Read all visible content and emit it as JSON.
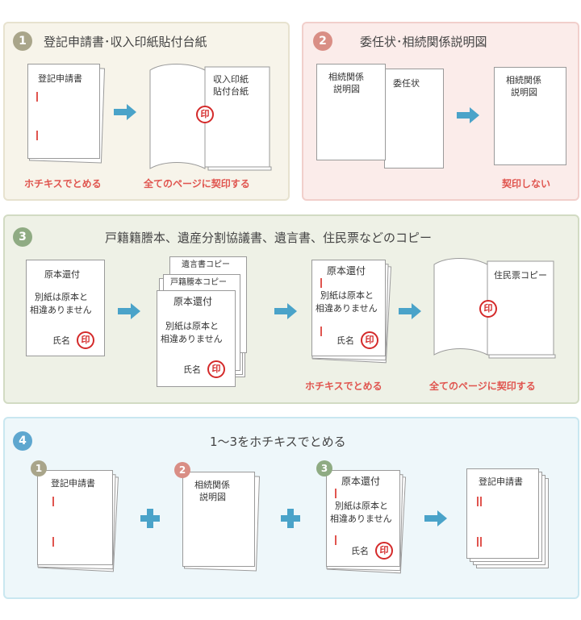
{
  "colors": {
    "accent_arrow": "#4aa3c9",
    "stamp_red": "#d42a2a",
    "label_red": "#e0554f"
  },
  "step1": {
    "number": "1",
    "title": "登記申請書･収入印紙貼付台紙",
    "doc_application": "登記申請書",
    "doc_stamp_mount": [
      "収入印紙",
      "貼付台紙"
    ],
    "seal": "印",
    "label_staple": "ホチキスでとめる",
    "label_seal_all": "全てのページに契印する"
  },
  "step2": {
    "number": "2",
    "title": "委任状･相続関係説明図",
    "doc_relation": [
      "相続関係",
      "説明図"
    ],
    "doc_poa": "委任状",
    "doc_relation_result": [
      "相続関係",
      "説明図"
    ],
    "label_no_seal": "契印しない"
  },
  "step3": {
    "number": "3",
    "title": "戸籍籍謄本、遺産分割協議書、遺言書、住民票などのコピー",
    "doc_original": "原本還付",
    "doc_note": [
      "別紙は原本と",
      "相違ありません"
    ],
    "doc_name": "氏名",
    "seal": "印",
    "copy_will": "遺言書コピー",
    "copy_register": "戸籍謄本コピー",
    "copy_resident": "住民票コピー",
    "label_staple": "ホチキスでとめる",
    "label_seal_all": "全てのページに契印する"
  },
  "step4": {
    "number": "4",
    "title": "1〜3をホチキスでとめる",
    "item1_number": "1",
    "item1_doc": "登記申請書",
    "item2_number": "2",
    "item2_doc": [
      "相続関係",
      "説明図"
    ],
    "item3_number": "3",
    "item3_doc": "原本還付",
    "item3_note": [
      "別紙は原本と",
      "相違ありません"
    ],
    "item3_name": "氏名",
    "seal": "印",
    "result_doc": "登記申請書"
  }
}
